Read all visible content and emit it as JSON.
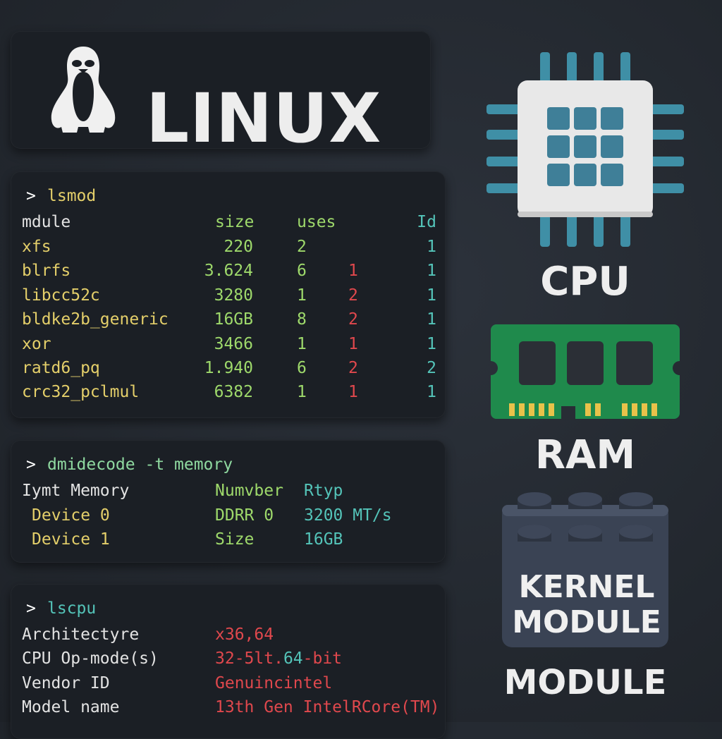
{
  "title": "LINUX",
  "lsmod": {
    "prompt": ">",
    "command": "lsmod",
    "headers": [
      "mdule",
      "size",
      "uses",
      "Id"
    ],
    "rows": [
      {
        "name": "xfs",
        "size": "220",
        "uses": "2",
        "extra": "",
        "id": "1"
      },
      {
        "name": "blrfs",
        "size": "3.624",
        "uses": "6",
        "extra": "1",
        "id": "1"
      },
      {
        "name": "libcc52c",
        "size": "3280",
        "uses": "1",
        "extra": "2",
        "id": "1"
      },
      {
        "name": "bldke2b_generic",
        "size": "16GB",
        "uses": "8",
        "extra": "2",
        "id": "1"
      },
      {
        "name": "xor",
        "size": "3466",
        "uses": "1",
        "extra": "1",
        "id": "1"
      },
      {
        "name": "ratd6_pq",
        "size": "1.940",
        "uses": "6",
        "extra": "2",
        "id": "2"
      },
      {
        "name": "crc32_pclmul",
        "size": "6382",
        "uses": "1",
        "extra": "1",
        "id": "1"
      }
    ]
  },
  "dmidecode": {
    "prompt": ">",
    "command": "dmidecode -t memory",
    "headers": [
      "Iymt Memory",
      "Numvber",
      "Rtyp"
    ],
    "rows": [
      {
        "device": "Device 0",
        "col2": "DDRR 0",
        "col3": "3200 MT/s"
      },
      {
        "device": "Device 1",
        "col2": "Size",
        "col3": "16GB"
      }
    ]
  },
  "lscpu": {
    "prompt": ">",
    "command": "lscpu",
    "rows": [
      {
        "key": "Architectyre",
        "value": "x36,64"
      },
      {
        "key": "CPU Op-mode(s)",
        "value": "32-5lt.",
        "value_accent": "64",
        "value_suffix": "-bit"
      },
      {
        "key": "Vendor ID",
        "value": "Genuincintel"
      },
      {
        "key": "Model name",
        "value": "13th Gen IntelRCore(TM)"
      }
    ]
  },
  "sidebar": {
    "cpu_label": "CPU",
    "ram_label": "RAM",
    "kernel_module_line1": "KERNEL",
    "kernel_module_line2": "MODULE",
    "module_label": "MODULE"
  },
  "icons": [
    "tux-penguin-icon",
    "cpu-chip-icon",
    "ram-stick-icon",
    "lego-brick-icon"
  ]
}
